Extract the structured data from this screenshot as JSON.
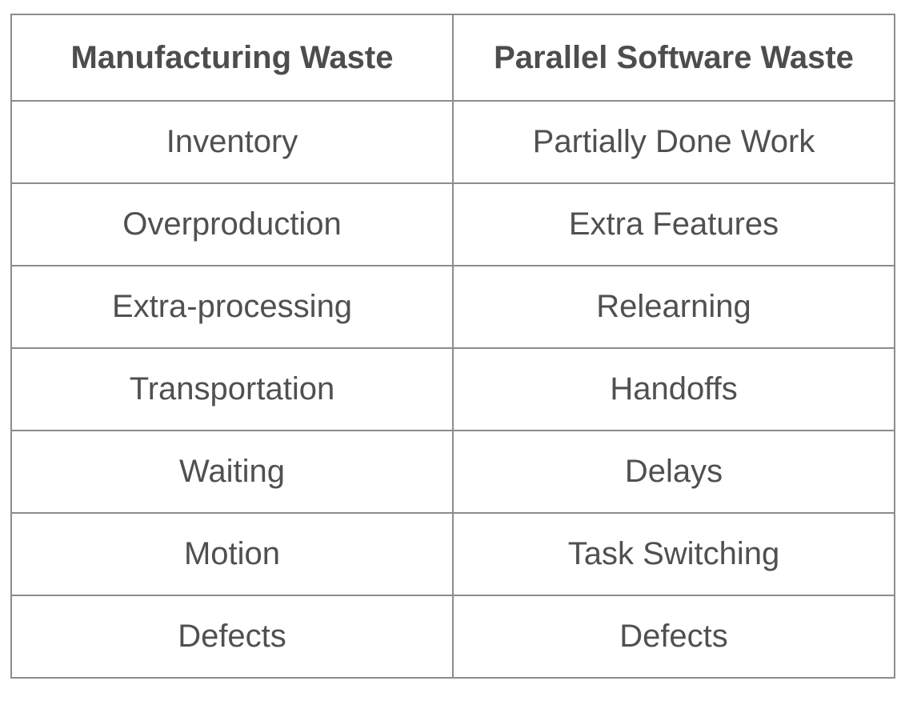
{
  "table": {
    "headers": [
      "Manufacturing Waste",
      "Parallel Software Waste"
    ],
    "rows": [
      [
        "Inventory",
        "Partially Done Work"
      ],
      [
        "Overproduction",
        "Extra Features"
      ],
      [
        "Extra-processing",
        "Relearning"
      ],
      [
        "Transportation",
        "Handoffs"
      ],
      [
        "Waiting",
        "Delays"
      ],
      [
        "Motion",
        "Task Switching"
      ],
      [
        "Defects",
        "Defects"
      ]
    ]
  },
  "colors": {
    "border": "#8c8c8c",
    "text": "#505050",
    "header_text": "#4d4d4d",
    "background": "#ffffff"
  }
}
